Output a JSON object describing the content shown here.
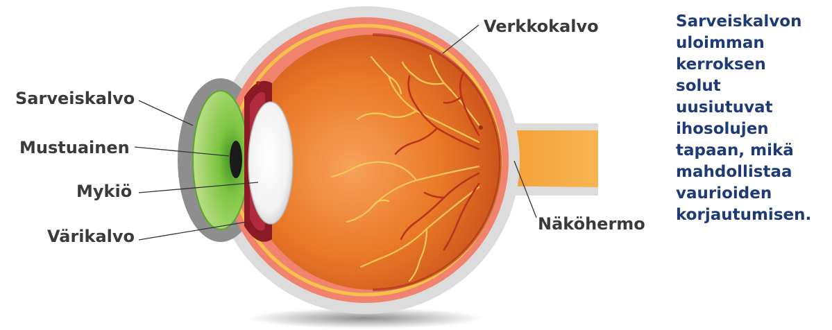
{
  "labels": {
    "cornea": "Sarveiskalvo",
    "pupil": "Mustuainen",
    "lens": "Mykiö",
    "iris": "Värikalvo",
    "retina": "Verkkokalvo",
    "optic_nerve": "Näköhermo"
  },
  "caption_lines": [
    "Sarveiskalvon",
    "uloimman",
    "kerroksen",
    "solut",
    "uusiutuvat",
    "ihosolujen",
    "tapaan, mikä",
    "mahdollistaa",
    "vaurioiden",
    "korjautumisen."
  ],
  "colors": {
    "label_text": "#3a3a3a",
    "caption_text": "#1f3b76",
    "sclera": "#dcdcdc",
    "eyeball": "#e0701f",
    "iris": "#7cc540",
    "optic_nerve": "#f5a53a",
    "vessels": "#f5c95a"
  }
}
